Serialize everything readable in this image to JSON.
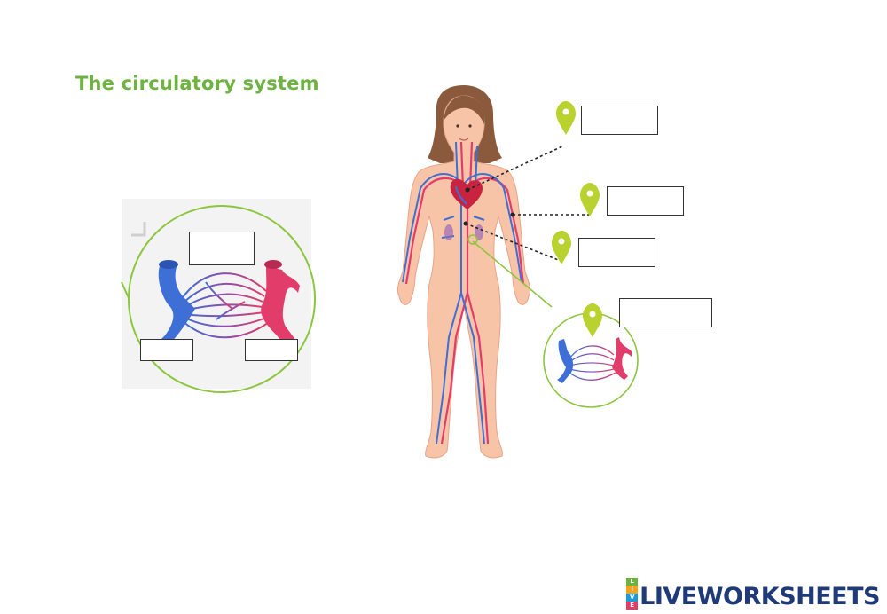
{
  "worksheet": {
    "title": "The circulatory system",
    "answer_boxes": [
      {
        "id": "heart",
        "value": ""
      },
      {
        "id": "vein",
        "value": ""
      },
      {
        "id": "artery",
        "value": ""
      },
      {
        "id": "capillaries",
        "value": ""
      },
      {
        "id": "detail-top",
        "value": ""
      },
      {
        "id": "detail-left",
        "value": ""
      },
      {
        "id": "detail-right",
        "value": ""
      }
    ]
  },
  "colors": {
    "title": "#6cb33f",
    "vein": "#3d6fd6",
    "artery": "#e23d6a",
    "marker": "#b9d22f",
    "circle": "#8cc63f",
    "skin": "#f8c4a8",
    "hair": "#8b5a3c"
  },
  "icons": [
    "location-pin-icon",
    "liveworksheets-logo-icon"
  ],
  "footer": {
    "brand": "LIVEWORKSHEETS",
    "mark_letters": [
      "L",
      "I",
      "V",
      "E"
    ]
  }
}
